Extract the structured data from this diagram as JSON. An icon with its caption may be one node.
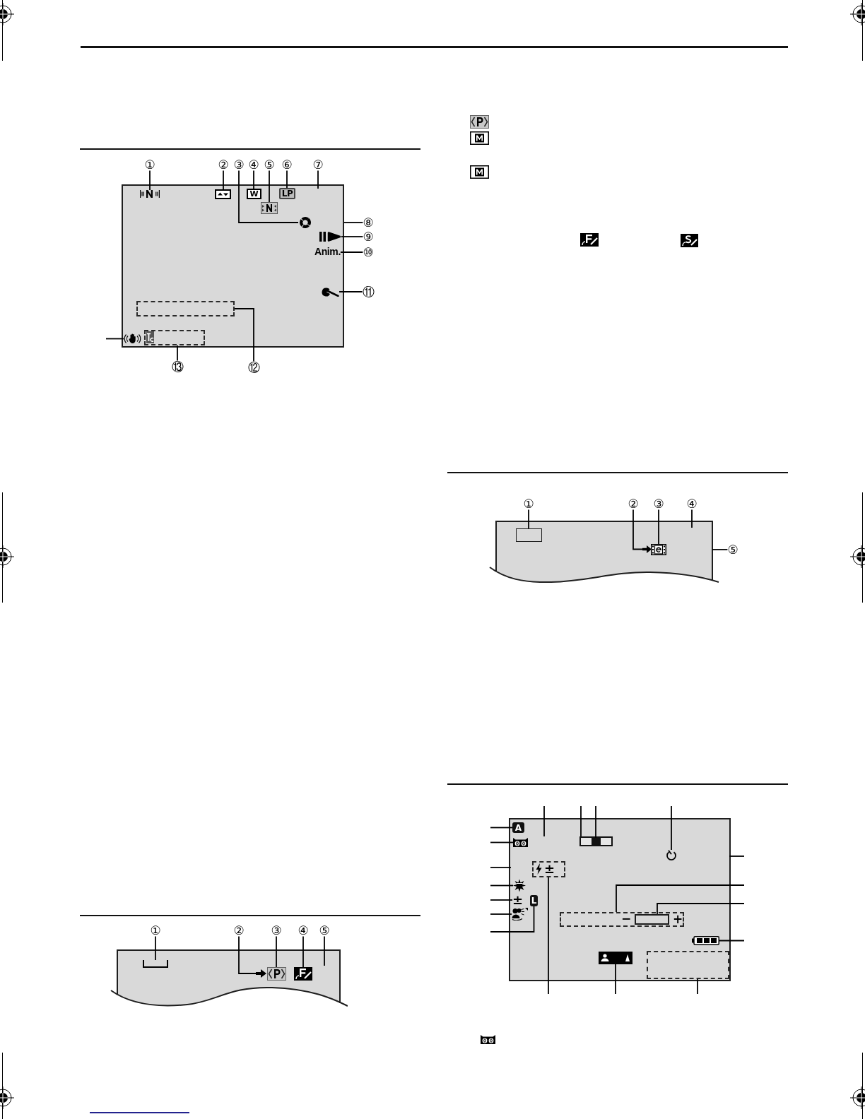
{
  "diagram": {
    "nodes": [
      {
        "text": [],
        "shape": "box"
      },
      {
        "text": [
          "①"
        ]
      },
      {
        "text": [
          "②"
        ]
      },
      {
        "text": [
          "③"
        ]
      },
      {
        "text": [
          "④"
        ]
      },
      {
        "text": [
          "⑤"
        ]
      },
      {
        "text": [
          "⑥"
        ]
      },
      {
        "text": [
          "⑦"
        ]
      },
      {
        "text": [],
        "shape": "picture",
        "in": 0
      },
      {
        "text": [],
        "shape": "picture",
        "in": 0
      },
      {
        "text": [
          "W"
        ],
        "in": 0
      },
      {
        "text": [
          "LP"
        ],
        "in": 0
      },
      {
        "text": [],
        "shape": "picture",
        "in": 0
      },
      {
        "text": [],
        "shape": "circle",
        "in": 0
      },
      {
        "text": [
          "⑧"
        ]
      },
      {
        "text": [],
        "shape": "picture",
        "in": 0
      },
      {
        "text": [
          "⑨"
        ]
      },
      {
        "text": [
          "Anim."
        ],
        "in": 0
      },
      {
        "text": [
          "⑩"
        ]
      },
      {
        "text": [],
        "shape": "picture",
        "in": 0
      },
      {
        "text": [
          "⑪"
        ]
      },
      {
        "text": [],
        "shape": "box",
        "in": 0
      },
      {
        "text": [],
        "shape": "picture",
        "in": 0
      },
      {
        "text": [],
        "shape": "box",
        "in": 0
      },
      {
        "text": [
          "⑬"
        ]
      },
      {
        "text": [
          "⑫"
        ]
      },
      {
        "text": [],
        "shape": "box"
      },
      {
        "text": [
          "①"
        ]
      },
      {
        "text": [
          "②"
        ]
      },
      {
        "text": [
          "③"
        ]
      },
      {
        "text": [
          "④"
        ]
      },
      {
        "text": [
          "⑤"
        ]
      },
      {
        "text": [],
        "shape": "bracket",
        "in": 26
      },
      {
        "text": [],
        "shape": "arrow",
        "in": 26
      },
      {
        "text": [],
        "shape": "picture",
        "in": 26
      },
      {
        "text": [],
        "shape": "picture",
        "in": 26
      },
      {
        "text": [],
        "shape": "box"
      },
      {
        "text": [
          "①"
        ]
      },
      {
        "text": [
          "②"
        ]
      },
      {
        "text": [
          "③"
        ]
      },
      {
        "text": [
          "④"
        ]
      },
      {
        "text": [],
        "shape": "box",
        "in": 36
      },
      {
        "text": [],
        "shape": "arrow",
        "in": 36
      },
      {
        "text": [],
        "shape": "picture",
        "in": 36
      },
      {
        "text": [
          "⑤"
        ]
      },
      {
        "text": [],
        "shape": "box"
      },
      {
        "text": [
          "A"
        ],
        "in": 45
      },
      {
        "text": [],
        "shape": "bar",
        "in": 45
      },
      {
        "text": [],
        "shape": "box",
        "in": 47
      },
      {
        "text": [],
        "shape": "picture",
        "in": 45
      },
      {
        "text": [],
        "shape": "picture",
        "in": 45
      },
      {
        "text": [
          "±"
        ],
        "in": 45
      },
      {
        "text": [],
        "shape": "picture",
        "in": 45
      },
      {
        "text": [
          "±"
        ],
        "in": 45
      },
      {
        "text": [
          "L"
        ],
        "in": 45
      },
      {
        "text": [],
        "shape": "picture",
        "in": 45
      },
      {
        "text": [],
        "shape": "box",
        "in": 45
      },
      {
        "text": [],
        "shape": "box",
        "in": 56
      },
      {
        "text": [],
        "shape": "picture",
        "in": 45
      },
      {
        "text": [],
        "shape": "picture",
        "in": 45
      },
      {
        "text": [],
        "shape": "box",
        "in": 45
      }
    ],
    "edges": [
      {
        "from": 1,
        "to": 8,
        "arrow": "none"
      },
      {
        "from": 2,
        "to": 9,
        "arrow": "none"
      },
      {
        "from": 3,
        "to": 13,
        "arrow": "none"
      },
      {
        "from": 4,
        "to": 10,
        "arrow": "none"
      },
      {
        "from": 5,
        "to": 12,
        "arrow": "none"
      },
      {
        "from": 6,
        "to": 11,
        "arrow": "none"
      },
      {
        "from": 7,
        "to": 0,
        "arrow": "none"
      },
      {
        "from": 14,
        "to": 0,
        "arrow": "none"
      },
      {
        "from": 16,
        "to": 15,
        "arrow": "none"
      },
      {
        "from": 18,
        "to": 17,
        "arrow": "none"
      },
      {
        "from": 20,
        "to": 19,
        "arrow": "none"
      },
      {
        "from": 25,
        "to": 21,
        "arrow": "none"
      },
      {
        "from": 24,
        "to": 23,
        "arrow": "none"
      },
      {
        "from": null,
        "to": 22,
        "arrow": "none"
      },
      {
        "from": 27,
        "to": 32,
        "arrow": "none"
      },
      {
        "from": 28,
        "to": 33,
        "arrow": "none"
      },
      {
        "from": 29,
        "to": 34,
        "arrow": "none"
      },
      {
        "from": 30,
        "to": 35,
        "arrow": "none"
      },
      {
        "from": 31,
        "to": 26,
        "arrow": "none"
      },
      {
        "from": 37,
        "to": 41,
        "arrow": "none"
      },
      {
        "from": 38,
        "to": 42,
        "arrow": "none"
      },
      {
        "from": 39,
        "to": 43,
        "arrow": "none"
      },
      {
        "from": 40,
        "to": 36,
        "arrow": "none"
      },
      {
        "from": 44,
        "to": 36,
        "arrow": "none"
      },
      {
        "from": null,
        "to": 46,
        "arrow": "none"
      },
      {
        "from": null,
        "to": 49,
        "arrow": "none"
      },
      {
        "from": null,
        "to": 45,
        "arrow": "none"
      },
      {
        "from": null,
        "to": 52,
        "arrow": "none"
      },
      {
        "from": null,
        "to": 53,
        "arrow": "none"
      },
      {
        "from": null,
        "to": 55,
        "arrow": "none"
      },
      {
        "from": null,
        "to": 54,
        "arrow": "none"
      },
      {
        "from": null,
        "to": 45,
        "arrow": "none"
      },
      {
        "from": null,
        "to": 47,
        "arrow": "none"
      },
      {
        "from": null,
        "to": 48,
        "arrow": "none"
      },
      {
        "from": null,
        "to": 50,
        "arrow": "none"
      },
      {
        "from": null,
        "to": 45,
        "arrow": "none"
      },
      {
        "from": null,
        "to": 56,
        "arrow": "none"
      },
      {
        "from": null,
        "to": 57,
        "arrow": "none"
      },
      {
        "from": null,
        "to": 58,
        "arrow": "none"
      },
      {
        "from": null,
        "to": 51,
        "arrow": "none"
      },
      {
        "from": null,
        "to": 59,
        "arrow": "none"
      },
      {
        "from": null,
        "to": 60,
        "arrow": "none"
      }
    ],
    "labels": [
      "−",
      "+"
    ]
  }
}
